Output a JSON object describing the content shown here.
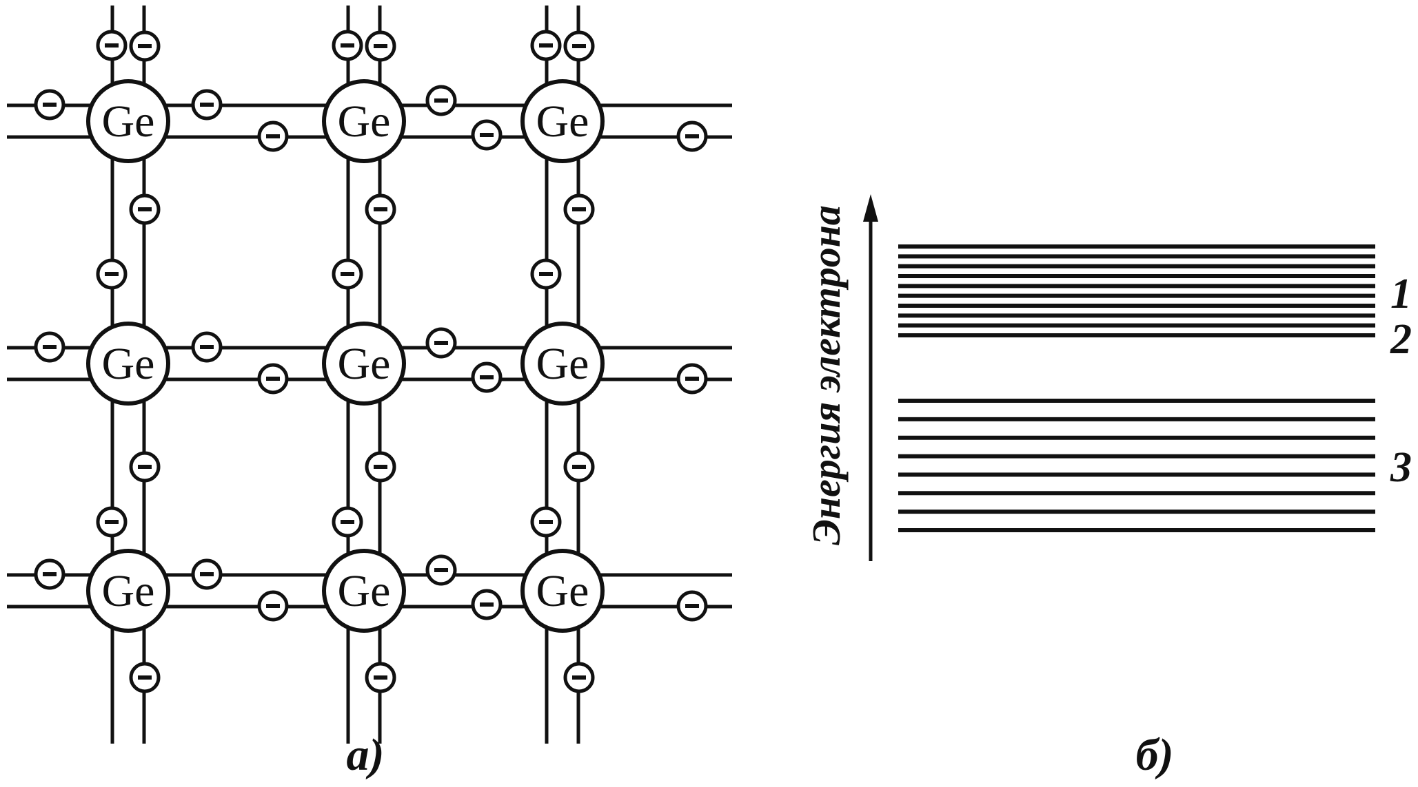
{
  "lattice": {
    "atom_label": "Ge",
    "electron_sign": "−",
    "caption": "а)"
  },
  "band_diagram": {
    "axis_label": "Энергия электрона",
    "bands": [
      {
        "id": "1",
        "label": "1",
        "line_count": 10
      },
      {
        "id": "2",
        "label": "2",
        "line_count": 0
      },
      {
        "id": "3",
        "label": "3",
        "line_count": 8
      }
    ],
    "caption": "б)"
  },
  "colors": {
    "ink": "#111111",
    "paper": "#ffffff"
  }
}
